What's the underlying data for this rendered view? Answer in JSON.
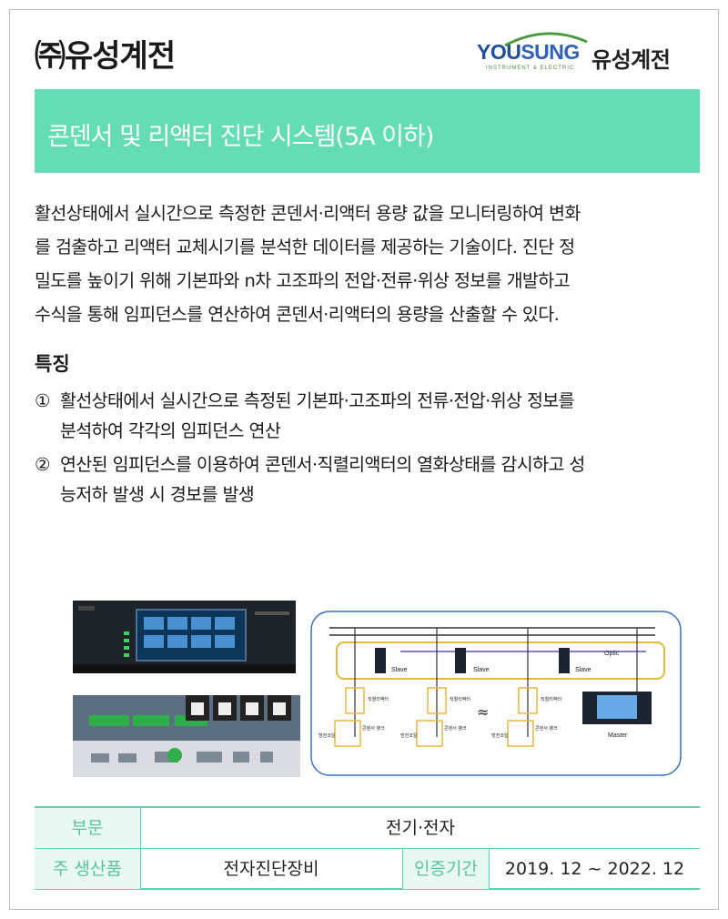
{
  "header": {
    "company_name": "㈜유성계전",
    "logo_brand_you": "YOU",
    "logo_brand_sung": "SUNG",
    "logo_sub": "INSTRUMENT & ELECTRIC",
    "logo_korean": "유성계전"
  },
  "title": "콘덴서 및 리액터 진단 시스템(5A 이하)",
  "description": [
    "활선상태에서 실시간으로 측정한 콘덴서·리액터 용량 값을 모니터링하여 변화",
    "를 검출하고 리액터 교체시기를 분석한 데이터를 제공하는 기술이다. 진단 정",
    "밀도를 높이기 위해 기본파와 n차 고조파의 전압·전류·위상 정보를 개발하고",
    "수식을 통해 임피던스를 연산하여 콘덴서·리액터의 용량을 산출할 수 있다."
  ],
  "features": {
    "heading": "특징",
    "items": [
      {
        "num": "①",
        "line1": "활선상태에서 실시간으로 측정된 기본파·고조파의 전류·전압·위상 정보를",
        "line2": "분석하여 각각의 임피던스 연산"
      },
      {
        "num": "②",
        "line1": "연산된 임피던스를 이용하여 콘덴서·직렬리액터의 열화상태를 감시하고 성",
        "line2": "능저하 발생 시 경보를 발생"
      }
    ]
  },
  "diagram": {
    "optic": "Optic",
    "slave": "Slave",
    "master": "Master",
    "approx": "≈",
    "reactor_label": "직렬리액터",
    "capacitor_label": "콘덴서 뱅크",
    "fuse_label": "방전코일"
  },
  "info": {
    "dept_label": "부문",
    "dept_value": "전기·전자",
    "product_label": "주 생산품",
    "product_value": "전자진단장비",
    "period_label": "인증기간",
    "period_value": "2019. 12 ~ 2022. 12"
  },
  "colors": {
    "accent": "#64dcb4",
    "table_line": "#5fd3ab",
    "logo_blue": "#1f4e9c",
    "logo_green": "#4a8f3f"
  }
}
